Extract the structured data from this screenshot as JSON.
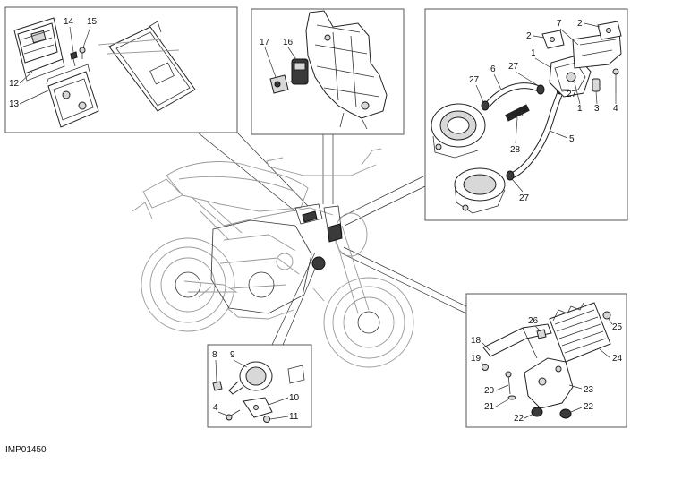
{
  "figure": {
    "reference_code": "IMP01450"
  },
  "callouts": {
    "p1": "1",
    "p1b": "1",
    "p2": "2",
    "p2b": "2",
    "p3": "3",
    "p4": "4",
    "p4b": "4",
    "p5": "5",
    "p6": "6",
    "p7": "7",
    "p8": "8",
    "p9": "9",
    "p10": "10",
    "p11": "11",
    "p12": "12",
    "p13": "13",
    "p14": "14",
    "p15": "15",
    "p16": "16",
    "p17": "17",
    "p18": "18",
    "p19": "19",
    "p20": "20",
    "p21": "21",
    "p22": "22",
    "p22b": "22",
    "p23": "23",
    "p24": "24",
    "p25": "25",
    "p26": "26",
    "p27": "27",
    "p27b": "27",
    "p27c": "27",
    "p27d": "27",
    "p28": "28"
  }
}
